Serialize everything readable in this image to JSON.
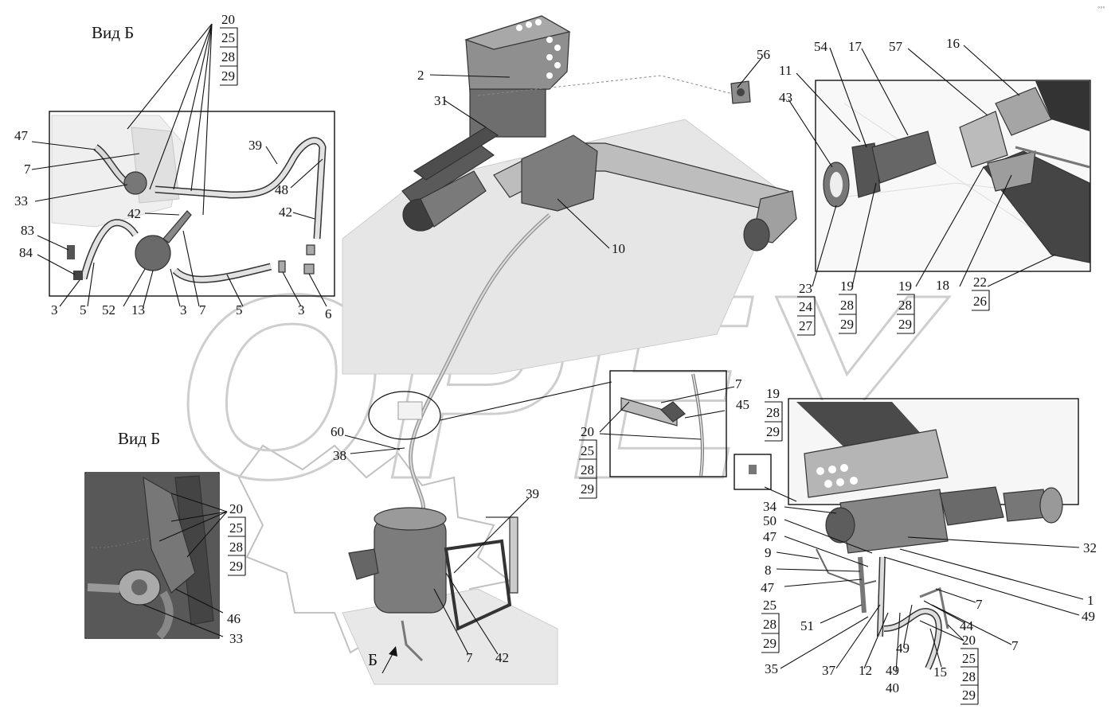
{
  "views": {
    "view_b_top": "Вид Б",
    "view_b_bottom": "Вид Б",
    "arrow_b": "Б"
  },
  "callouts": {
    "c2": "2",
    "c31": "31",
    "c10": "10",
    "c56": "56",
    "c11": "11",
    "c43": "43",
    "c54": "54",
    "c17": "17",
    "c57": "57",
    "c16": "16",
    "c18": "18",
    "c60": "60",
    "c38": "38",
    "c39b": "39",
    "c7b": "7",
    "c42b": "42",
    "c47a": "47",
    "c7a": "7",
    "c33a": "33",
    "c42a": "42",
    "c39a": "39",
    "c48": "48",
    "c42c": "42",
    "c83": "83",
    "c84": "84",
    "c3a": "3",
    "c5a": "5",
    "c52": "52",
    "c13": "13",
    "c3b": "3",
    "c7c": "7",
    "c5b": "5",
    "c3c": "3",
    "c6": "6",
    "c7d": "7",
    "c45": "45",
    "c46": "46",
    "c33b": "33",
    "c34": "34",
    "c50": "50",
    "c47b": "47",
    "c9": "9",
    "c8": "8",
    "c47c": "47",
    "c32": "32",
    "c1": "1",
    "c49a": "49",
    "c7e": "7",
    "c44": "44",
    "c7f": "7",
    "c51": "51",
    "c35": "35",
    "c37": "37",
    "c12": "12",
    "c49b": "49",
    "c40": "40",
    "c49c": "49",
    "c15": "15"
  },
  "stacks": {
    "s_topleft": [
      "20",
      "25",
      "28",
      "29"
    ],
    "s_23": [
      "23",
      "24",
      "27"
    ],
    "s_19a": [
      "19",
      "28",
      "29"
    ],
    "s_19b": [
      "19",
      "28",
      "29"
    ],
    "s_22": [
      "22",
      "26"
    ],
    "s_clamp": [
      "20",
      "25",
      "28",
      "29"
    ],
    "s_viewb2": [
      "20",
      "25",
      "28",
      "29"
    ],
    "s_19c": [
      "19",
      "28",
      "29"
    ],
    "s_25": [
      "25",
      "28",
      "29"
    ],
    "s_20br": [
      "20",
      "25",
      "28",
      "29"
    ]
  },
  "watermark": "OPEY"
}
